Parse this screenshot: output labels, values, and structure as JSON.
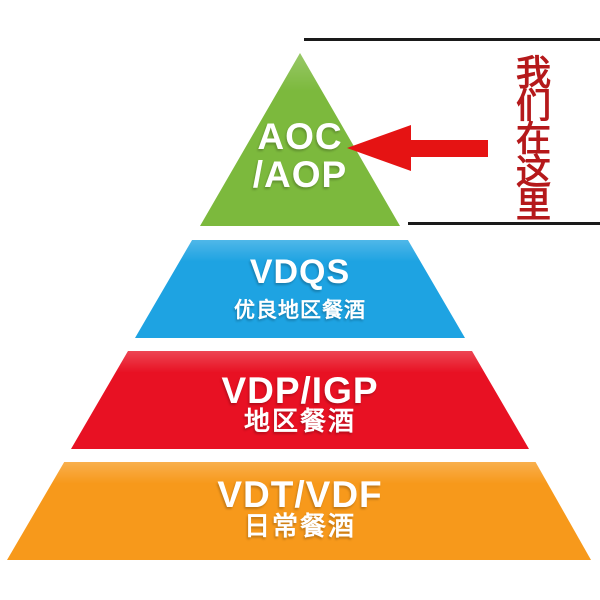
{
  "diagram": {
    "kind": "pyramid",
    "subject": "French wine classification levels",
    "levels": [
      {
        "code_line1": "AOC",
        "code_line2": "/AOP",
        "subtitle": "",
        "color": "#7cb93d"
      },
      {
        "code_line1": "VDQS",
        "code_line2": "",
        "subtitle": "优良地区餐酒",
        "color": "#1ea3e2"
      },
      {
        "code_line1": "VDP/IGP",
        "code_line2": "",
        "subtitle": "地区餐酒",
        "color": "#e81123"
      },
      {
        "code_line1": "VDT/VDF",
        "code_line2": "",
        "subtitle": "日常餐酒",
        "color": "#f7991b"
      }
    ],
    "text_color": "#ffffff"
  },
  "annotation": {
    "text": "我们在这里",
    "text_color": "#b5191b",
    "arrow_color": "#e51313",
    "line_color": "#1a1a1a"
  }
}
